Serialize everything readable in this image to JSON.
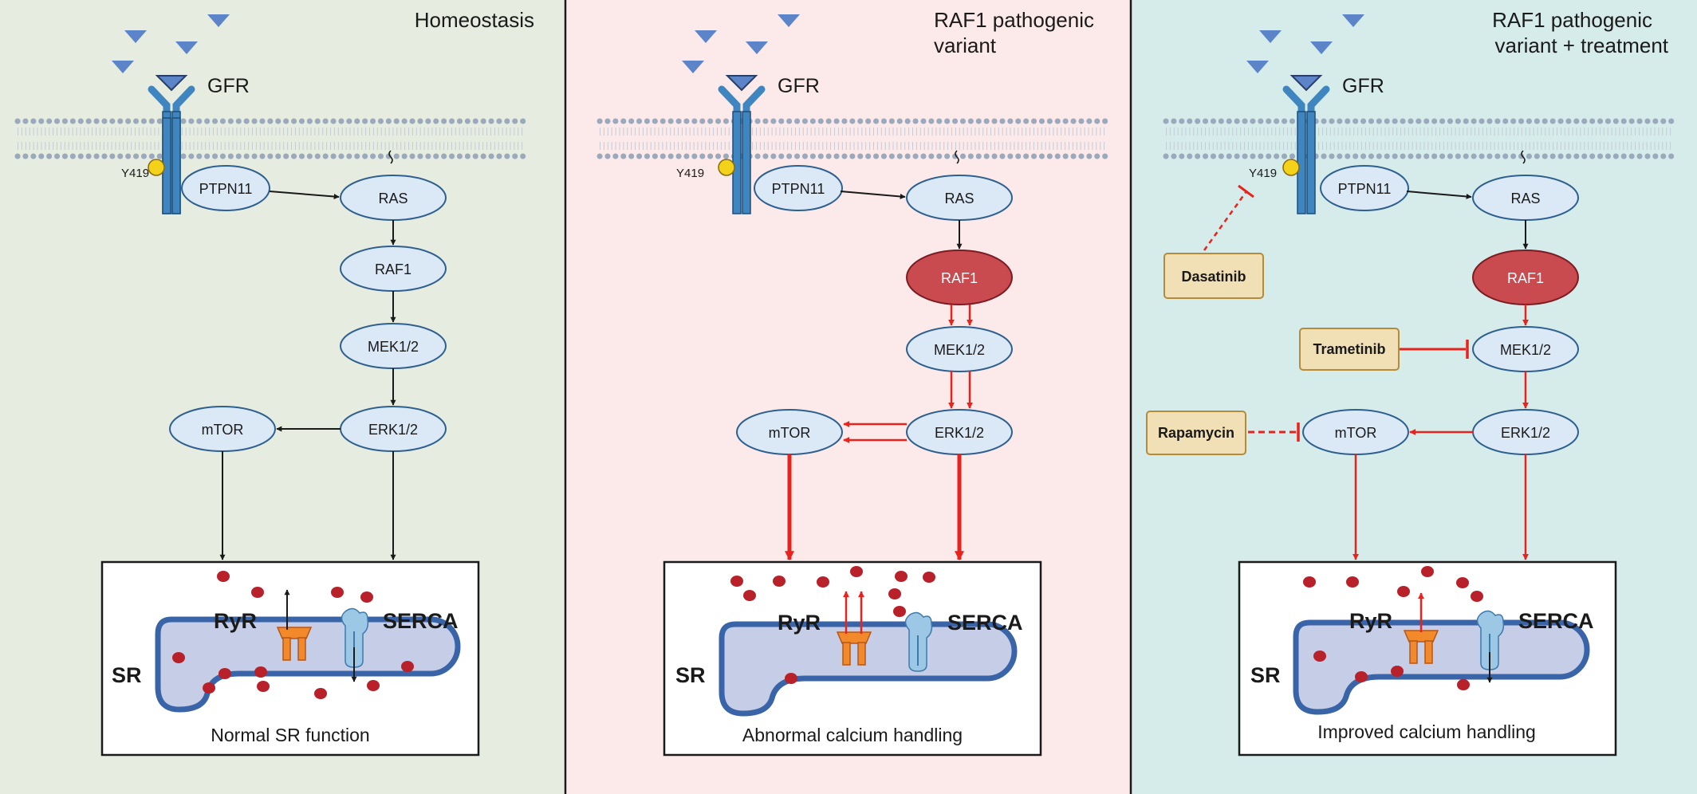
{
  "colors": {
    "panel_bg": [
      "#e6ecdf",
      "#fceaea",
      "#d6ecea"
    ],
    "divider": "#1a1a1a",
    "node_fill": "#dbe8f6",
    "node_stroke": "#2d5f8f",
    "raf1_active_fill": "#c94a4f",
    "raf1_active_stroke": "#7a1c22",
    "drug_fill": "#f1dfb5",
    "drug_stroke": "#b48a3c",
    "sr_fill": "#c6cde6",
    "sr_stroke": "#3a64a8",
    "calcium": "#b8202a",
    "arrow_normal": "#1a1a1a",
    "arrow_patho": "#e8221c",
    "membrane": "#9aa9bb",
    "ligand": "#5b84c9",
    "receptor": "#3f86c1",
    "ryr": "#f28a2c",
    "serca": "#9cc8e6",
    "phospho": "#f5d21a"
  },
  "icons": [
    "triangle-ligand-icon",
    "growth-factor-receptor-icon",
    "lipid-bilayer-icon",
    "phosphorylation-site-icon",
    "ryr-channel-icon",
    "serca-pump-icon",
    "calcium-ion-icon",
    "sarcoplasmic-reticulum-icon"
  ],
  "panels": [
    {
      "title": "Homeostasis",
      "receptor": "GFR",
      "site": "Y419",
      "nodes": {
        "ptpn11": "PTPN11",
        "ras": "RAS",
        "raf1": "RAF1",
        "mek": "MEK1/2",
        "erk": "ERK1/2",
        "mtor": "mTOR"
      },
      "box": {
        "ryr": "RyR",
        "serca": "SERCA",
        "sr": "SR",
        "caption": "Normal SR function"
      }
    },
    {
      "title": "RAF1 pathogenic variant",
      "receptor": "GFR",
      "site": "Y419",
      "nodes": {
        "ptpn11": "PTPN11",
        "ras": "RAS",
        "raf1": "RAF1",
        "mek": "MEK1/2",
        "erk": "ERK1/2",
        "mtor": "mTOR"
      },
      "box": {
        "ryr": "RyR",
        "serca": "SERCA",
        "sr": "SR",
        "caption": "Abnormal calcium handling"
      }
    },
    {
      "title": "RAF1 pathogenic variant + treatment",
      "receptor": "GFR",
      "site": "Y419",
      "nodes": {
        "ptpn11": "PTPN11",
        "ras": "RAS",
        "raf1": "RAF1",
        "mek": "MEK1/2",
        "erk": "ERK1/2",
        "mtor": "mTOR"
      },
      "drugs": {
        "dasatinib": "Dasatinib",
        "trametinib": "Trametinib",
        "rapamycin": "Rapamycin"
      },
      "box": {
        "ryr": "RyR",
        "serca": "SERCA",
        "sr": "SR",
        "caption": "Improved calcium handling"
      }
    }
  ]
}
